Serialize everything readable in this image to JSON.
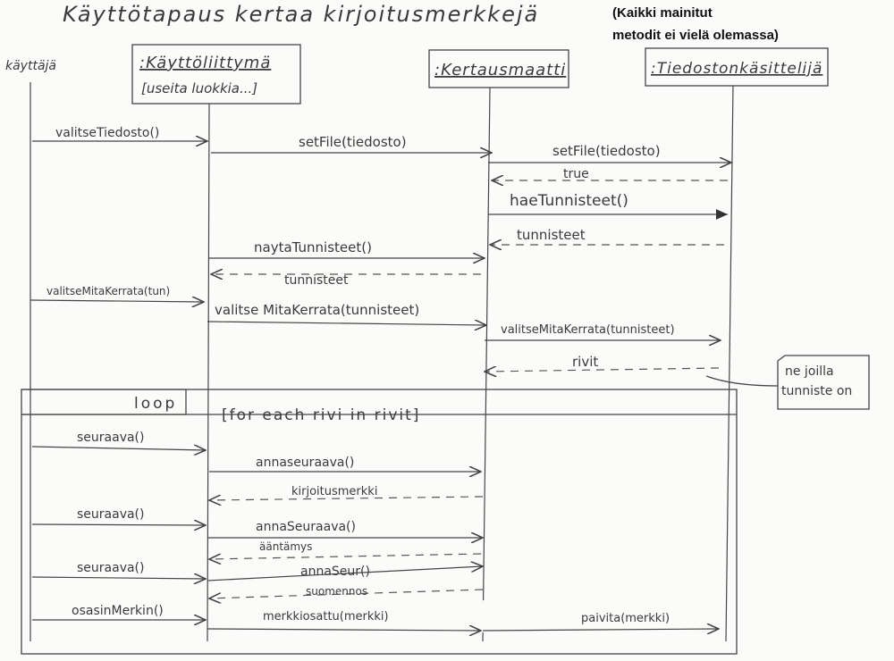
{
  "title": "Käyttötapaus kertaa kirjoitusmerkkejä",
  "note": {
    "line1": "(Kaikki mainitut",
    "line2": "metodit ei vielä olemassa)"
  },
  "actor": "käyttäjä",
  "lifelines": {
    "ui": {
      "name": ":Käyttöliittymä",
      "sub": "[useita luokkia...]"
    },
    "kertaus": {
      "name": ":Kertausmaatti"
    },
    "tiedosto": {
      "name": ":Tiedostonkäsittelijä"
    }
  },
  "messages": {
    "m1": "valitseTiedosto()",
    "m2": "setFile(tiedosto)",
    "m3": "setFile(tiedosto)",
    "m4": "true",
    "m5": "haeTunnisteet()",
    "m6": "tunnisteet",
    "m7": "naytaTunnisteet()",
    "m8": "tunnisteet",
    "m9": "valitseMitaKerrata(tun)",
    "m10": "valitse MitaKerrata(tunnisteet)",
    "m11": "valitseMitaKerrata(tunnisteet)",
    "m12": "rivit",
    "m13": "seuraava()",
    "m14": "annaseuraava()",
    "m15": "kirjoitusmerkki",
    "m16": "seuraava()",
    "m17": "annaSeuraava()",
    "m18": "ääntämys",
    "m19": "seuraava()",
    "m20": "annaSeur()",
    "m21": "suomennos",
    "m22": "osasinMerkin()",
    "m23": "merkkiosattu(merkki)",
    "m24": "paivita(merkki)"
  },
  "comment": {
    "line1": "ne joilla",
    "line2": "tunniste on"
  },
  "loop": {
    "label": "loop",
    "guard": "[for each rivi in rivit]"
  }
}
